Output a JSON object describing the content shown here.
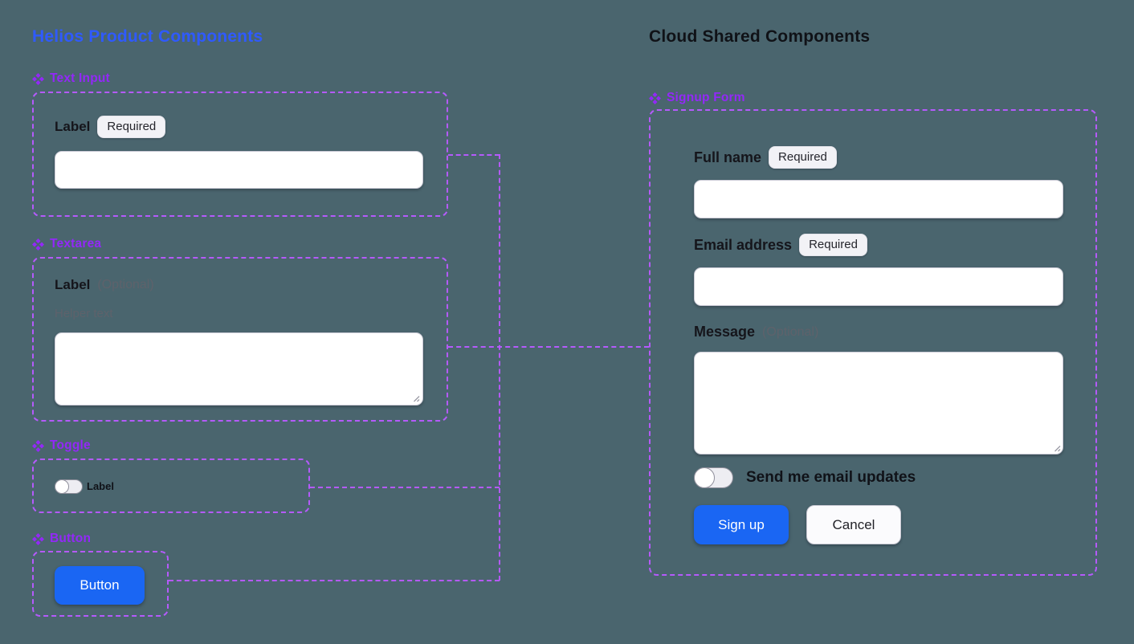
{
  "colors": {
    "canvas_background": "#4A656E",
    "helios_title_blue": "#2F5AFE",
    "cloud_title_black": "#101217",
    "component_purple": "#9328F8",
    "dashed_purple": "#B55AFC",
    "primary_button_blue": "#1A66F3",
    "badge_background": "#F2F2F6",
    "input_border": "#CBCBD6"
  },
  "left": {
    "title": "Helios Product Components",
    "text_input": {
      "component_name": "Text Input",
      "field_label": "Label",
      "badge": "Required",
      "input_value": ""
    },
    "textarea": {
      "component_name": "Textarea",
      "field_label": "Label",
      "optional_label": "(Optional)",
      "helper_text": "Helper text",
      "textarea_value": ""
    },
    "toggle": {
      "component_name": "Toggle",
      "toggle_label": "Label",
      "state": "off"
    },
    "button": {
      "component_name": "Button",
      "button_label": "Button"
    }
  },
  "right": {
    "title": "Cloud Shared Components",
    "signup_form": {
      "component_name": "Signup Form",
      "full_name_label": "Full name",
      "full_name_badge": "Required",
      "full_name_value": "",
      "email_label": "Email address",
      "email_badge": "Required",
      "email_value": "",
      "message_label": "Message",
      "message_optional": "(Optional)",
      "message_value": "",
      "toggle_label": "Send me email updates",
      "toggle_state": "off",
      "signup_label": "Sign up",
      "cancel_label": "Cancel"
    }
  }
}
